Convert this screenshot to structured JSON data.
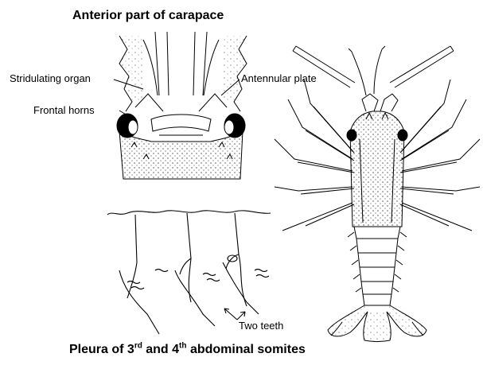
{
  "figure": {
    "title_top": "Anterior part of carapace",
    "title_bottom_parts": [
      "Pleura of 3",
      "rd",
      " and 4",
      "th",
      " abdominal somites"
    ],
    "labels": {
      "stridulating_organ": "Stridulating organ",
      "frontal_horns": "Frontal horns",
      "antennular_plate": "Antennular plate",
      "two_teeth": "Two teeth"
    }
  }
}
